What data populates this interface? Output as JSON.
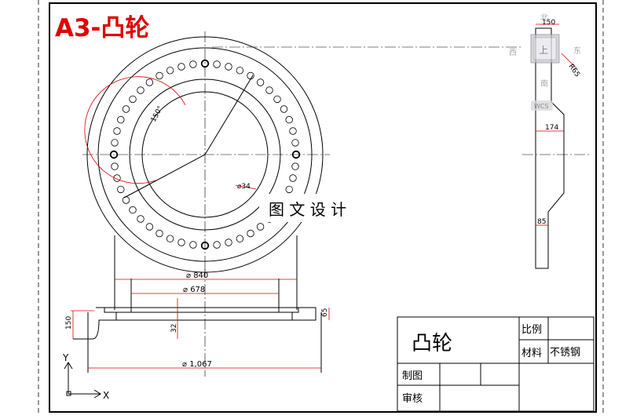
{
  "title": "A3-凸轮",
  "watermark": "图 文 设 计",
  "dims": {
    "top_150": "150",
    "r65": "R65",
    "w174": "174",
    "w85": "85",
    "angle150": "150°",
    "d34": "⌀34",
    "d840": "⌀ 840",
    "d678": "⌀ 678",
    "h32": "32",
    "h150": "150",
    "h65": "65",
    "d1067": "⌀ 1,067"
  },
  "compass": {
    "north": "北",
    "south": "南",
    "east": "东",
    "west": "西",
    "top": "上",
    "wcs": "WCS"
  },
  "ucs": {
    "x": "X",
    "y": "Y"
  },
  "title_block": {
    "part_name": "凸轮",
    "scale_label": "比例",
    "material_label": "材料",
    "material_value": "不锈钢",
    "drawn_label": "制图",
    "checked_label": "审核"
  }
}
